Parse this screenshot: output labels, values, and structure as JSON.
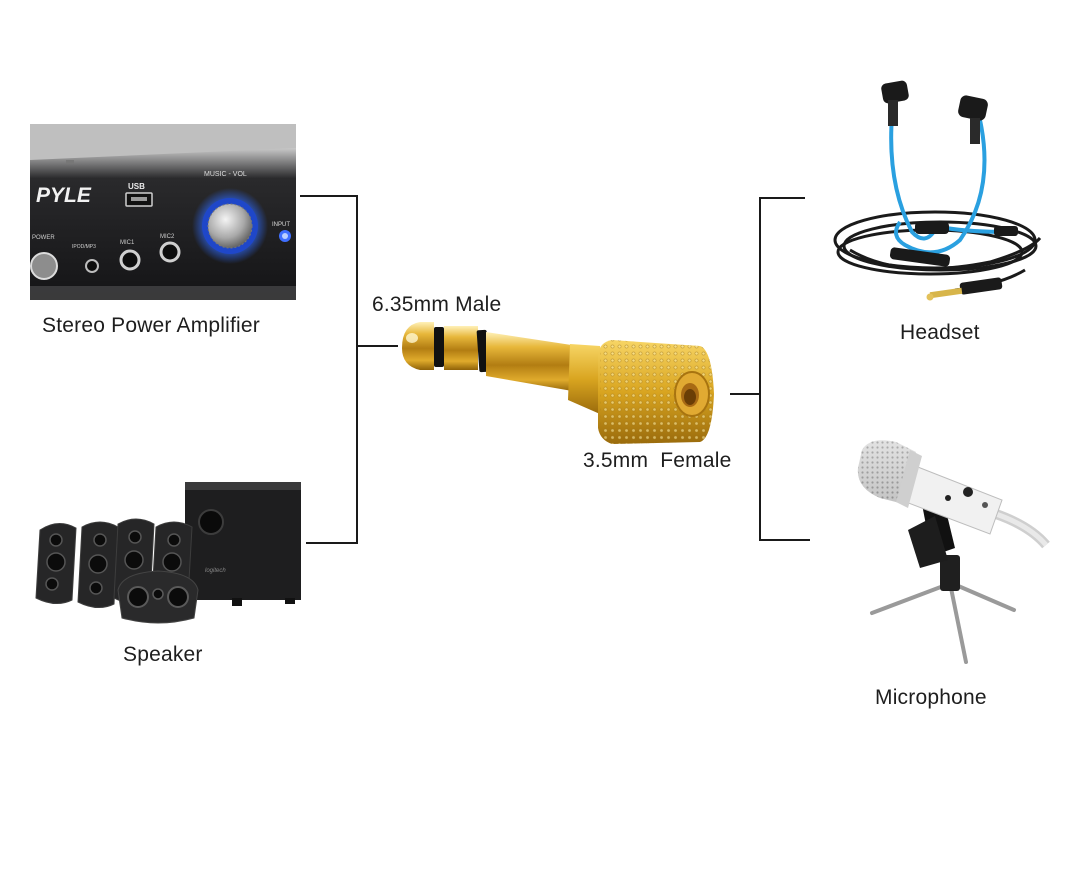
{
  "diagram": {
    "labels": {
      "amplifier": "Stereo Power Amplifier",
      "speaker": "Speaker",
      "male_plug": "6.35mm Male",
      "female_jack": "3.5mm  Female",
      "headset": "Headset",
      "microphone": "Microphone"
    },
    "amplifier_panel": {
      "brand": "PYLE",
      "usb": "USB",
      "power": "POWER",
      "ipod": "IPOD/MP3",
      "mic1": "MIC1",
      "mic2": "MIC2",
      "music_vol": "MUSIC - VOL",
      "input": "INPUT"
    },
    "speaker_brand": "logitech",
    "colors": {
      "line": "#1a1a1a",
      "gold": "#d9a520",
      "cable_blue": "#2aa0e0",
      "knob_glow": "#2f6bff"
    }
  }
}
